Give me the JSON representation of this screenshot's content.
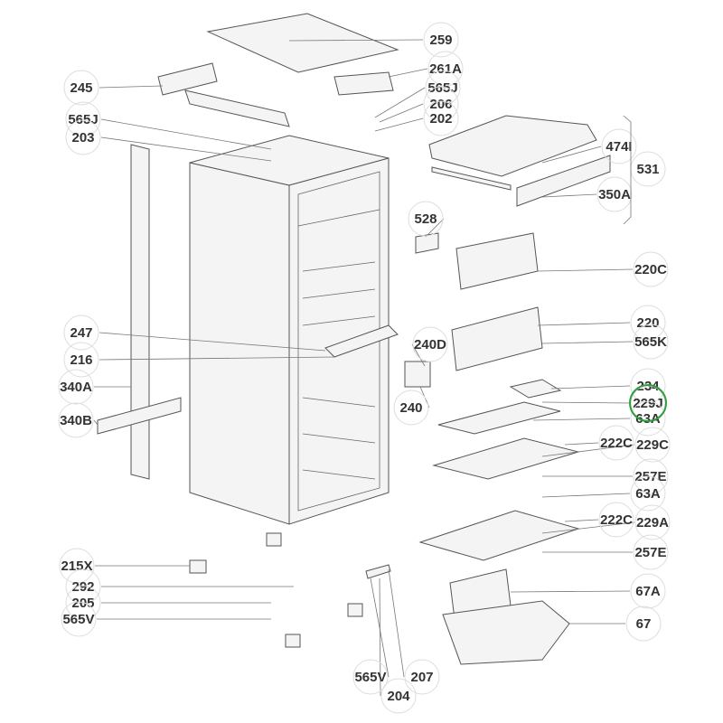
{
  "diagram": {
    "labels": [
      "259",
      "261A",
      "565J",
      "206",
      "202",
      "474I",
      "531",
      "350A",
      "528",
      "220C",
      "220",
      "565K",
      "234",
      "229J",
      "63A",
      "222C",
      "229C",
      "257E",
      "63A",
      "222C",
      "229A",
      "257E",
      "67A",
      "67",
      "245",
      "565J",
      "203",
      "247",
      "216",
      "340A",
      "340B",
      "240D",
      "240",
      "215X",
      "292",
      "205",
      "565V",
      "565V",
      "207",
      "204"
    ],
    "highlighted_label": "229J",
    "highlight_color": "#2e9e3e",
    "line_color": "#555555"
  }
}
